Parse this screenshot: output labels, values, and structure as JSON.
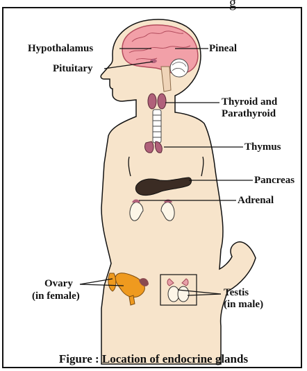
{
  "top_fragment": "g",
  "labels": {
    "hypothalamus": "Hypothalamus",
    "pineal": "Pineal",
    "pituitary": "Pituitary",
    "thyroid_line1": "Thyroid and",
    "thyroid_line2": "Parathyroid",
    "thymus": "Thymus",
    "pancreas": "Pancreas",
    "adrenal": "Adrenal",
    "ovary_line1": "Ovary",
    "ovary_line2": "(in female)",
    "testis_line1": "Testis",
    "testis_line2": "(in male)"
  },
  "caption": "Figure : Location of endocrine glands",
  "colors": {
    "skin": "#f7e4cb",
    "brain": "#f2a0a8",
    "gland": "#b0607a",
    "ovary": "#ef9a1f",
    "outline": "#111111"
  }
}
